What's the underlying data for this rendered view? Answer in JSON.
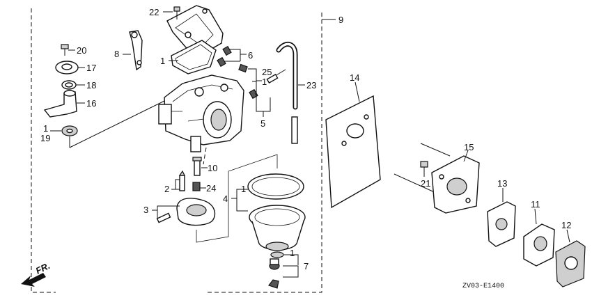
{
  "callouts": {
    "c22": "22",
    "c9": "9",
    "c20": "20",
    "c8": "8",
    "c1a": "1",
    "c6": "6",
    "c17": "17",
    "c25": "25",
    "c1b": "1",
    "c18": "18",
    "c23": "23",
    "c14": "14",
    "c16": "16",
    "c1c": "1",
    "c19": "19",
    "c5": "5",
    "c15": "15",
    "c10": "10",
    "c21": "21",
    "c2": "2",
    "c24": "24",
    "c13": "13",
    "c4": "4",
    "c1d": "1",
    "c11": "11",
    "c3": "3",
    "c12": "12",
    "c1e": "1",
    "c7": "7"
  },
  "direction_label": "FR.",
  "diagram_code": "ZV03-E1400"
}
